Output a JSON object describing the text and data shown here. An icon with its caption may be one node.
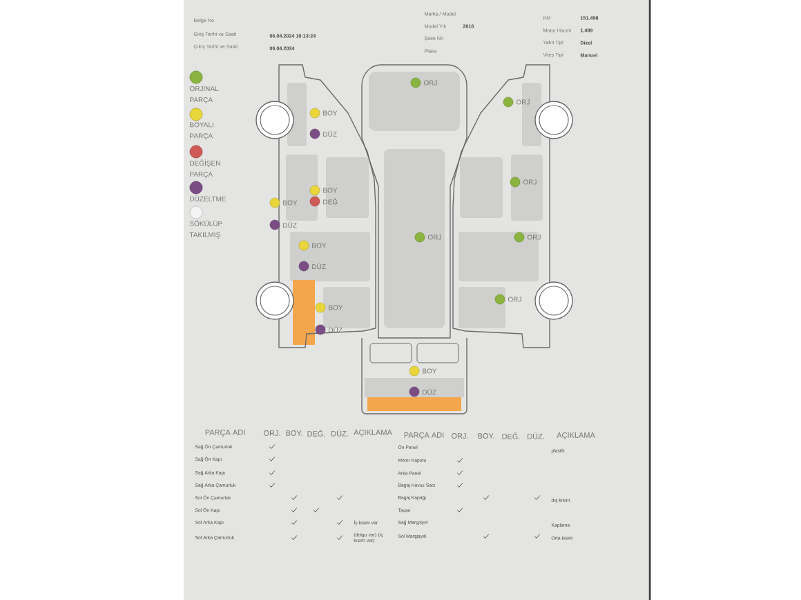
{
  "diagram": {
    "labels": [
      "Belge No",
      "Giriş Tarihi ve Saati",
      "06.04.2024 10:13:24",
      "Çıkış Tarihi ve Saati",
      "06.04.2024",
      "Marka / Model",
      "Model Yılı",
      "2016",
      "Şase No",
      "Plaka",
      "KM",
      "151.498",
      "Motor Hacmi",
      "1.499",
      "Yakıt Tipi",
      "Dizel",
      "Vites Tipi",
      "Manuel",
      "BOY",
      "DÜZ",
      "BOY",
      "BOY",
      "DEĞ",
      "DÜZ",
      "BOY",
      "DÜZ",
      "BOY",
      "DÜZ",
      "ORJ",
      "ORJ",
      "ORJ",
      "ORJ",
      "ORJ",
      "ORJ",
      "BOY",
      "DÜZ",
      "PARÇA ADI",
      "ORJ.",
      "BOY.",
      "DEĞ.",
      "DÜZ.",
      "AÇIKLAMA",
      "PARÇA ADI",
      "ORJ.",
      "BOY.",
      "DEĞ.",
      "DÜZ.",
      "AÇIKLAMA",
      "Sağ Ön Çamurluk",
      "Ön Panel",
      "plastik",
      "Sağ Ön Kapı",
      "Motor Kaputu",
      "Sağ Arka Kapı",
      "Arka Panel",
      "Sağ Arka Çamurluk",
      "Bagaj Havuz Sacı",
      "Sol Ön Çamurluk",
      "Bagaj Kapağı",
      "dış kısım",
      "Sol Ön Kapı",
      "Tavan",
      "Sol Arka Kapı",
      "İç kısım var",
      "Sağ Marşpiyel",
      "Kaplama",
      "Sol Arka Çamurluk",
      "(dolgu var) (iç kısım var)",
      "Sol Marşpiyel",
      "Orta kısım"
    ],
    "legend": [
      {
        "text": "ORJİNAL PARÇA",
        "color": "#8ab43f"
      },
      {
        "text": "BOYALI PARÇA",
        "color": "#e8d63a"
      },
      {
        "text": "DEĞİŞEN PARÇA",
        "color": "#d05a55"
      },
      {
        "text": "DÜZELTME",
        "color": "#7b4d85"
      },
      {
        "text": "SÖKÜLÜP TAKILMIŞ",
        "color": "#f4f4f4"
      }
    ]
  }
}
